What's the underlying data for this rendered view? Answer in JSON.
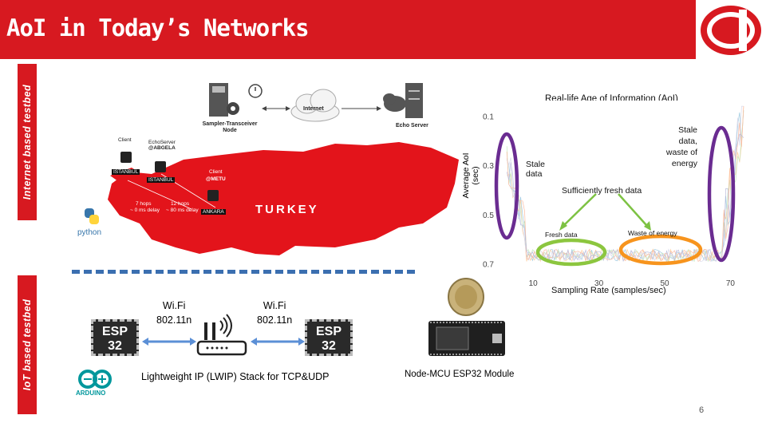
{
  "slide": {
    "title": "AoI in Today’s Networks",
    "page_number": "6"
  },
  "side_labels": {
    "internet": "Internet based testbed",
    "iot": "IoT based testbed"
  },
  "network_diagram": {
    "sampler": "Sampler-Transceiver Node",
    "internet": "Internet",
    "echo_server": "Echo Server",
    "client_istanbul": "Client",
    "echoserver_abgela_1": "EchoServer",
    "echoserver_abgela_2": "@ABGELA",
    "istanbul_1": "ISTANBUL",
    "istanbul_2": "ISTANBUL",
    "client_metu_1": "Client",
    "client_metu_2": "@METU",
    "ankara": "ANKARA",
    "turkey": "TURKEY",
    "hops_7_1": "7 hops",
    "hops_7_2": "~ 0 ms delay",
    "hops_12_1": "12 hops",
    "hops_12_2": "~ 80 ms delay",
    "python": "python"
  },
  "chart": {
    "title": "Real-life Age of Information (AoI)",
    "ylabel_1": "Average AoI",
    "ylabel_2": "(sec)",
    "xlabel": "Sampling Rate (samples/sec)",
    "y_ticks": [
      "0.7",
      "0.5",
      "0.3",
      "0.1"
    ],
    "x_ticks": [
      "10",
      "30",
      "50",
      "70"
    ],
    "annotations": {
      "stale_data_1": "Stale",
      "stale_data_2": "data",
      "stale_waste_1": "Stale",
      "stale_waste_2": "data,",
      "stale_waste_3": "waste of",
      "stale_waste_4": "energy",
      "sufficiently_fresh": "Sufficiently fresh data",
      "fresh_data": "Fresh data",
      "waste_energy": "Waste of energy"
    },
    "colors": {
      "purple": "#6a2c91",
      "green": "#8cc63f",
      "orange": "#f7941d",
      "arrow": "#7dc243"
    }
  },
  "chart_data": {
    "type": "scatter",
    "title": "Real-life Age of Information (AoI)",
    "xlabel": "Sampling Rate (samples/sec)",
    "ylabel": "Average AoI (sec)",
    "xlim": [
      0,
      75
    ],
    "ylim": [
      0.05,
      0.75
    ],
    "x_ticks": [
      10,
      30,
      50,
      70
    ],
    "y_ticks": [
      0.1,
      0.3,
      0.5,
      0.7
    ]
  },
  "iot": {
    "wifi_left_1": "Wi.Fi",
    "wifi_left_2": "802.11n",
    "wifi_right_1": "Wi.Fi",
    "wifi_right_2": "802.11n",
    "esp_1_a": "ESP",
    "esp_1_b": "32",
    "esp_2_a": "ESP",
    "esp_2_b": "32",
    "lwip": "Lightweight IP (LWIP) Stack for TCP&UDP",
    "nodemcu": "Node-MCU ESP32 Module",
    "arduino": "ARDUINO"
  }
}
